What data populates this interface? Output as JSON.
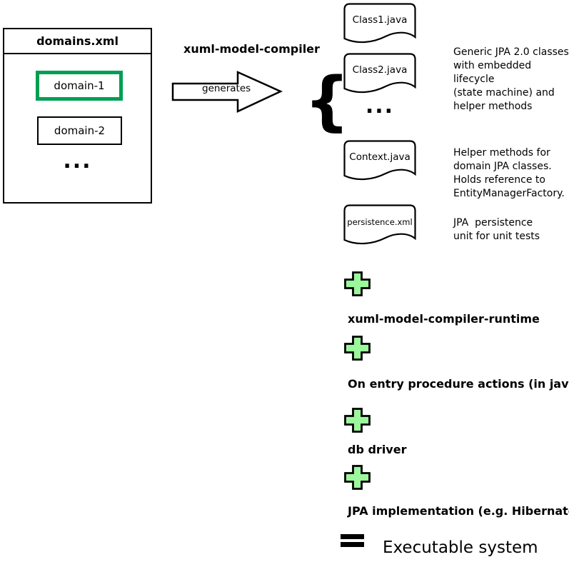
{
  "colors": {
    "highlight_green": "#009E52",
    "plus_green": "#9CF79C",
    "ink": "#000000",
    "background": "#FFFFFF"
  },
  "source_panel": {
    "title": "domains.xml",
    "domains": [
      {
        "label": "domain-1",
        "highlighted": true
      },
      {
        "label": "domain-2",
        "highlighted": false
      }
    ],
    "more_indicator": "..."
  },
  "compiler": {
    "name": "xuml-model-compiler",
    "arrow_label": "generates",
    "brace": "{"
  },
  "generated": {
    "files": [
      {
        "name": "Class1.java"
      },
      {
        "name": "Class2.java"
      }
    ],
    "more_indicator": "...",
    "files_note": "Generic JPA 2.0 classes\nwith embedded lifecycle\n(state machine) and\nhelper methods",
    "context_file": {
      "name": "Context.java",
      "note": "Helper methods for\ndomain JPA classes.\nHolds reference to\nEntityManagerFactory."
    },
    "persistence_file": {
      "name": "persistence.xml",
      "note": "JPA  persistence\nunit for unit tests"
    }
  },
  "additions": [
    {
      "label": "xuml-model-compiler-runtime"
    },
    {
      "label": "On entry procedure actions (in java)"
    },
    {
      "label": "db driver"
    },
    {
      "label": "JPA implementation (e.g. Hibernate)"
    }
  ],
  "result": {
    "label": "Executable system"
  }
}
